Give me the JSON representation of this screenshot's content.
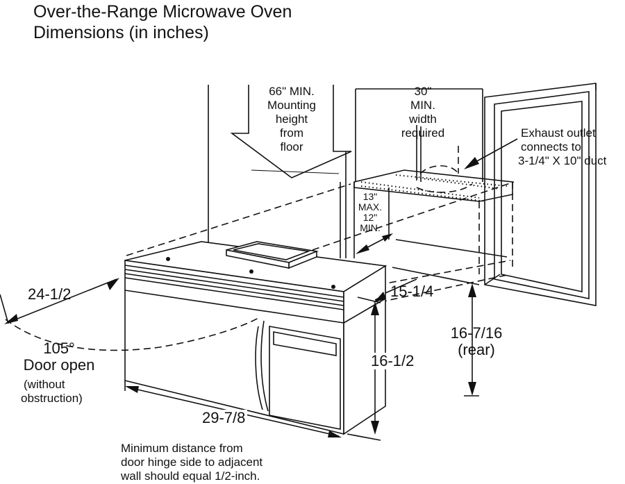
{
  "title": {
    "line1": "Over-the-Range Microwave Oven",
    "line2": "Dimensions (in inches)"
  },
  "labels": {
    "mount_height": [
      "66\" MIN.",
      "Mounting",
      "height",
      "from",
      "floor"
    ],
    "width_req": [
      "30\"",
      "MIN.",
      "width",
      "required"
    ],
    "exhaust": [
      "Exhaust outlet",
      "connects to",
      "3-1/4\" X 10\" duct"
    ],
    "cabinet_depth": [
      "13\"",
      "MAX.",
      "12\"",
      "MIN."
    ],
    "depth_front": "24-1/2",
    "depth_mid": "15-1/4",
    "rear_height": [
      "16-7/16",
      "(rear)"
    ],
    "height": "16-1/2",
    "door_open": [
      "105°",
      "Door open"
    ],
    "door_note": [
      "(without",
      "obstruction)"
    ],
    "width": "29-7/8",
    "hinge_note": [
      "Minimum distance from",
      "door hinge side to adjacent",
      "wall should equal 1/2-inch."
    ]
  }
}
